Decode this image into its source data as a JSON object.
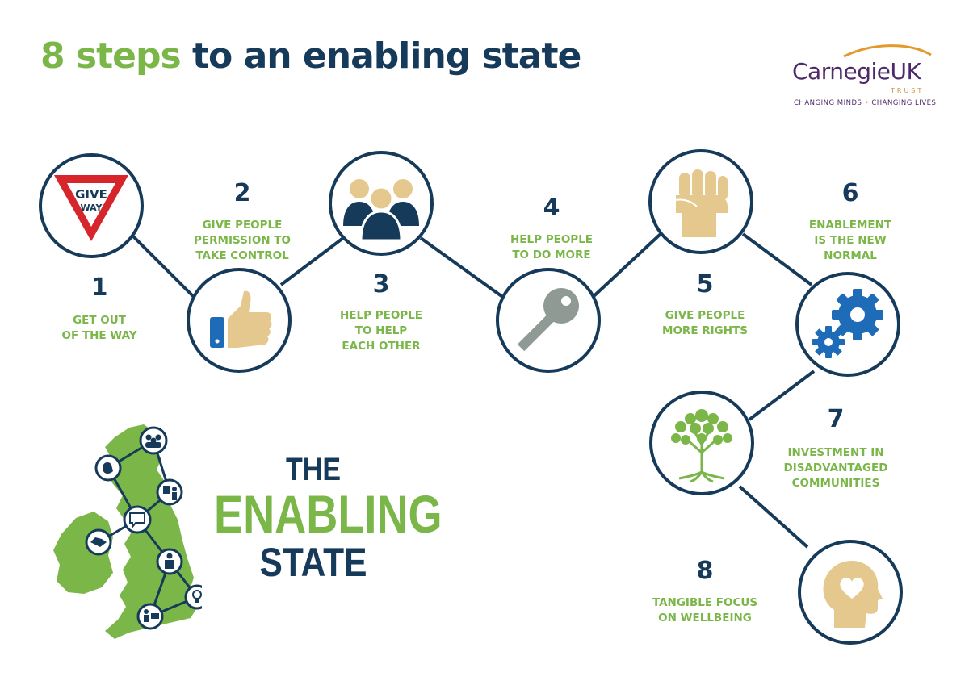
{
  "title": {
    "part1": "8 steps",
    "part2": "to an enabling state"
  },
  "logo": {
    "brand": "CarnegieUK",
    "trust": "TRUST",
    "tagline_left": "CHANGING MINDS",
    "tagline_sep": "•",
    "tagline_right": "CHANGING LIVES"
  },
  "colors": {
    "navy": "#163a5a",
    "green": "#7ab648",
    "sand": "#e5c88e",
    "gear_blue": "#1e6bb8",
    "sign_red": "#d6262b",
    "key_grey": "#8f9a94"
  },
  "steps": [
    {
      "number": "1",
      "label": "GET OUT\nOF THE WAY",
      "icon": "give-way-sign-icon",
      "sign_top": "GIVE",
      "sign_bottom": "WAY"
    },
    {
      "number": "2",
      "label": "GIVE PEOPLE\nPERMISSION TO\nTAKE CONTROL",
      "icon": "thumbs-up-icon"
    },
    {
      "number": "3",
      "label": "HELP PEOPLE\nTO HELP\nEACH OTHER",
      "icon": "people-group-icon"
    },
    {
      "number": "4",
      "label": "HELP PEOPLE\nTO DO MORE",
      "icon": "key-icon"
    },
    {
      "number": "5",
      "label": "GIVE PEOPLE\nMORE RIGHTS",
      "icon": "raised-fist-icon"
    },
    {
      "number": "6",
      "label": "ENABLEMENT\nIS THE NEW\nNORMAL",
      "icon": "gears-icon"
    },
    {
      "number": "7",
      "label": "INVESTMENT IN\nDISADVANTAGED\nCOMMUNITIES",
      "icon": "tree-icon"
    },
    {
      "number": "8",
      "label": "TANGIBLE FOCUS\nON WELLBEING",
      "icon": "head-heart-icon"
    }
  ],
  "feature": {
    "line1": "THE",
    "line2": "ENABLING",
    "line3": "STATE"
  },
  "map": {
    "icon": "uk-network-map-icon",
    "nodes": [
      "group-icon",
      "phone-icon",
      "presenter-icon",
      "chat-icon",
      "handshake-icon",
      "worker-icon",
      "lightbulb-icon",
      "computer-user-icon"
    ]
  }
}
